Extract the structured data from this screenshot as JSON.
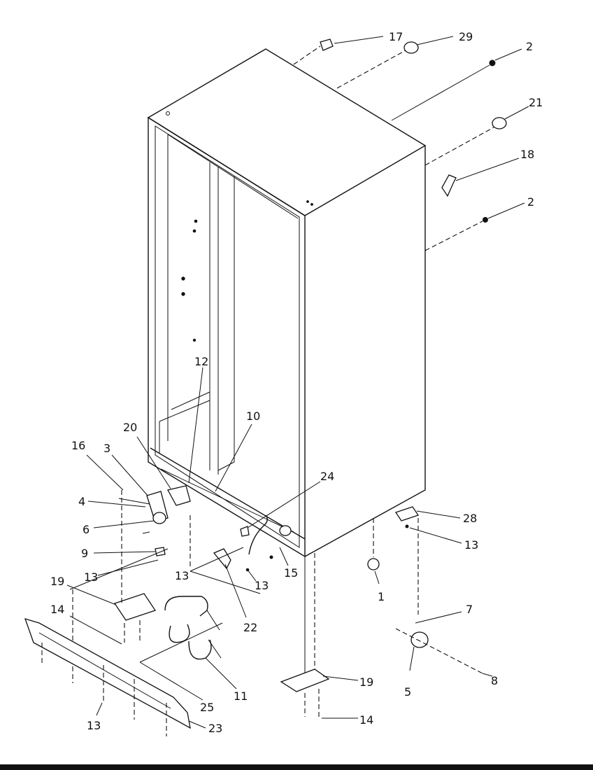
{
  "callouts": [
    {
      "id": "c17",
      "text": "17"
    },
    {
      "id": "c29",
      "text": "29"
    },
    {
      "id": "c2a",
      "text": "2"
    },
    {
      "id": "c21",
      "text": "21"
    },
    {
      "id": "c18",
      "text": "18"
    },
    {
      "id": "c2b",
      "text": "2"
    },
    {
      "id": "c12",
      "text": "12"
    },
    {
      "id": "c10",
      "text": "10"
    },
    {
      "id": "c20",
      "text": "20"
    },
    {
      "id": "c16",
      "text": "16"
    },
    {
      "id": "c3",
      "text": "3"
    },
    {
      "id": "c24",
      "text": "24"
    },
    {
      "id": "c4",
      "text": "4"
    },
    {
      "id": "c6",
      "text": "6"
    },
    {
      "id": "c28",
      "text": "28"
    },
    {
      "id": "c13a",
      "text": "13"
    },
    {
      "id": "c9",
      "text": "9"
    },
    {
      "id": "c13b",
      "text": "13"
    },
    {
      "id": "c13c",
      "text": "13"
    },
    {
      "id": "c13d",
      "text": "13"
    },
    {
      "id": "c15",
      "text": "15"
    },
    {
      "id": "c1",
      "text": "1"
    },
    {
      "id": "c19a",
      "text": "19"
    },
    {
      "id": "c22",
      "text": "22"
    },
    {
      "id": "c14a",
      "text": "14"
    },
    {
      "id": "c7",
      "text": "7"
    },
    {
      "id": "c19b",
      "text": "19"
    },
    {
      "id": "c8",
      "text": "8"
    },
    {
      "id": "c5",
      "text": "5"
    },
    {
      "id": "c11",
      "text": "11"
    },
    {
      "id": "c25",
      "text": "25"
    },
    {
      "id": "c14b",
      "text": "14"
    },
    {
      "id": "c13e",
      "text": "13"
    },
    {
      "id": "c23",
      "text": "23"
    }
  ]
}
